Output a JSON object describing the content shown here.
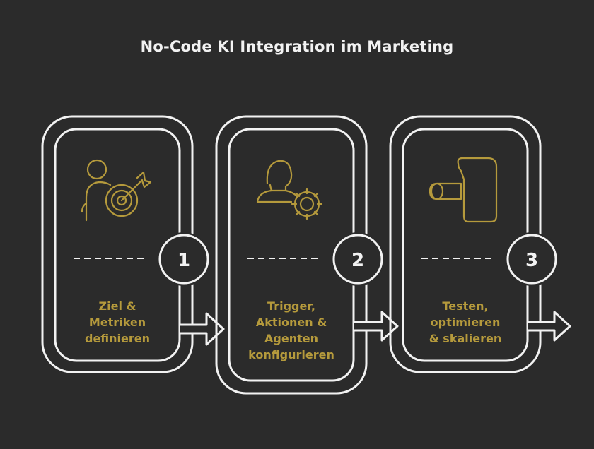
{
  "title": "No-Code KI Integration im Marketing",
  "colors": {
    "background": "#2b2b2b",
    "outline": "#f2f2f2",
    "accent": "#b59a3c"
  },
  "steps": [
    {
      "number": "1",
      "icon": "person-target-icon",
      "label_lines": [
        "Ziel &",
        "Metriken",
        "definieren"
      ]
    },
    {
      "number": "2",
      "icon": "person-gear-icon",
      "label_lines": [
        "Trigger,",
        "Aktionen &",
        "Agenten",
        "konfigurieren"
      ]
    },
    {
      "number": "3",
      "icon": "bent-arrow-icon",
      "label_lines": [
        "Testen,",
        "optimieren",
        "& skalieren"
      ]
    }
  ]
}
